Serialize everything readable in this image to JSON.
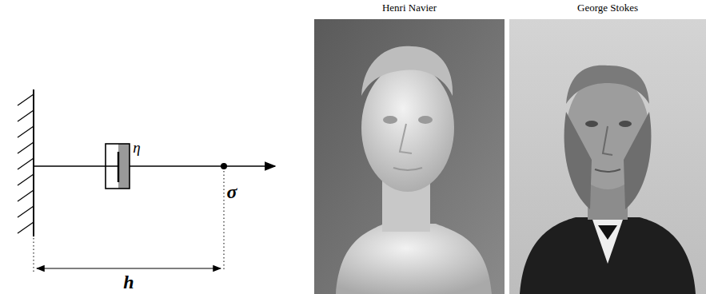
{
  "diagram": {
    "nodes": [
      {
        "text": [
          "Henri Navier"
        ]
      },
      {
        "text": [
          "George Stokes"
        ]
      }
    ],
    "labels": [
      "η",
      "σ",
      "h"
    ]
  }
}
